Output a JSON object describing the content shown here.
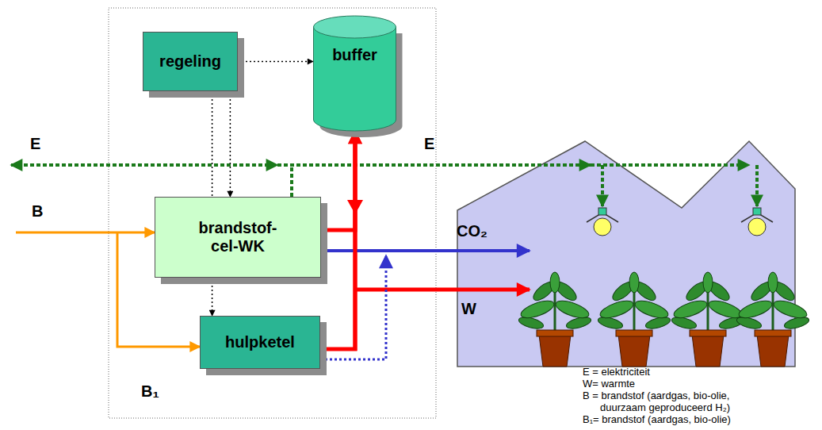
{
  "diagram": {
    "nodes": [
      {
        "text": [
          "regeling"
        ]
      },
      {
        "text": [
          "buffer"
        ]
      },
      {
        "text": [
          "brandstof- cel-WK"
        ]
      },
      {
        "text": [
          "hulpketel"
        ]
      }
    ],
    "edges": [
      {
        "from": 0,
        "to": 1,
        "arrow": "to"
      },
      {
        "from": 0,
        "to": 2,
        "arrow": "to"
      },
      {
        "from": 0,
        "to": 3,
        "arrow": "to"
      },
      {
        "from": 2,
        "to": 1,
        "arrow": "to"
      },
      {
        "from": 3,
        "to": 1,
        "arrow": "to"
      }
    ],
    "labels": [
      "E",
      "E",
      "B",
      "CO₂",
      "W",
      "B₁",
      "E = elektriciteit",
      "W= warmte",
      "B = brandstof (aardgas, bio-olie, duurzaam geproduceerd H₂)",
      "B₁= brandstof (aardgas, bio-olie)"
    ]
  }
}
